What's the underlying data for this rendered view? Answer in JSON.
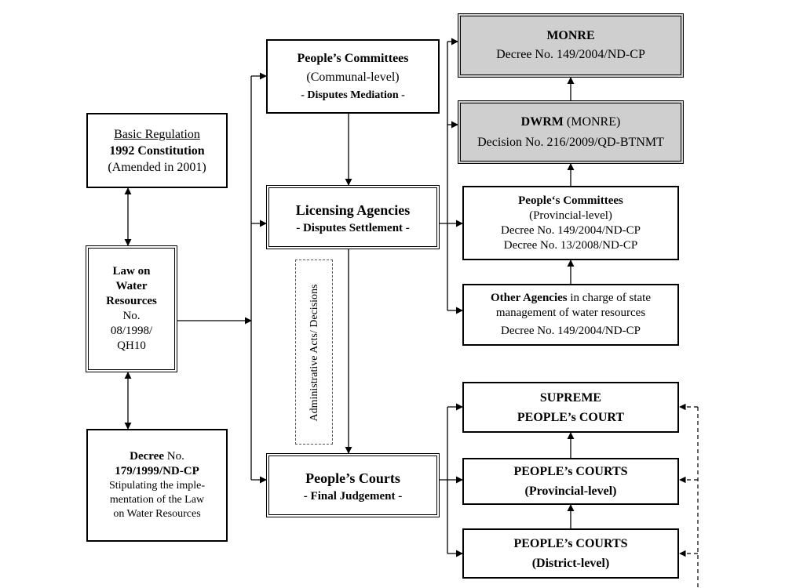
{
  "basic_regulation": {
    "heading": "Basic Regulation",
    "title": "1992 Constitution",
    "note": "(Amended in 2001)"
  },
  "law": {
    "line1": "Law on",
    "line2": "Water",
    "line3": "Resources",
    "line4": "No.",
    "line5": "08/1998/",
    "line6": "QH10"
  },
  "decree_179": {
    "line1_bold": "Decree",
    "line1_rest": " No.",
    "line2": "179/1999/ND-CP",
    "line3": "Stipulating the imple-",
    "line4": "mentation of the Law",
    "line5": "on Water Resources"
  },
  "communal_committees": {
    "title": "People’s Committees",
    "level": "(Communal-level)",
    "role": "- Disputes Mediation -"
  },
  "licensing_agencies": {
    "title": "Licensing Agencies",
    "role": "- Disputes Settlement -"
  },
  "admin_acts_label": "Administrative Acts/ Decisions",
  "peoples_courts": {
    "title": "People’s Courts",
    "role": "- Final Judgement -"
  },
  "monre": {
    "title": "MONRE",
    "decree": "Decree No. 149/2004/ND-CP"
  },
  "dwrm": {
    "title_bold": "DWRM",
    "title_rest": " (MONRE)",
    "decision": "Decision No. 216/2009/QD-BTNMT"
  },
  "provincial_committees": {
    "title": "People‘s Committees",
    "level": "(Provincial-level)",
    "decree1": "Decree No. 149/2004/ND-CP",
    "decree2": "Decree No. 13/2008/ND-CP"
  },
  "other_agencies": {
    "title_bold": "Other Agencies",
    "title_rest": " in charge of state",
    "line2": "management of water resources",
    "decree": "Decree No. 149/2004/ND-CP"
  },
  "supreme_court": {
    "line1": "SUPREME",
    "line2": "PEOPLE’s COURT"
  },
  "provincial_courts": {
    "title": "PEOPLE’s COURTS",
    "level": "(Provincial-level)"
  },
  "district_courts": {
    "title": "PEOPLE’s COURTS",
    "level": "(District-level)"
  }
}
